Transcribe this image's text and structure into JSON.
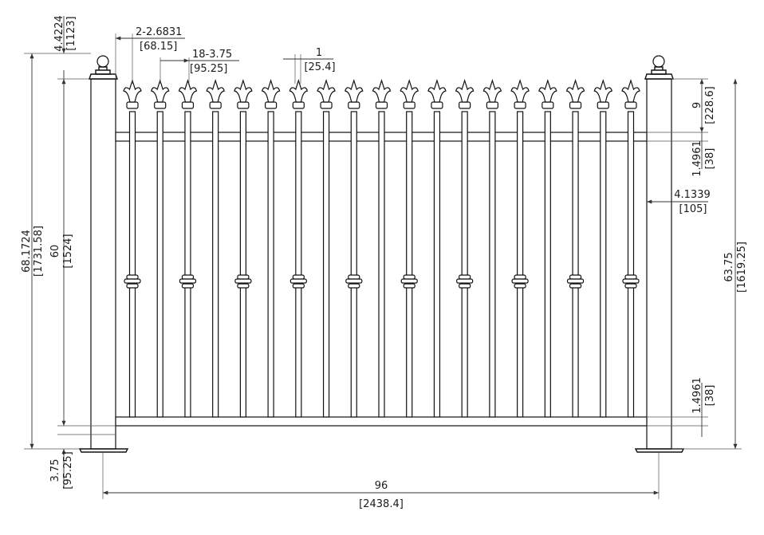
{
  "colors": {
    "line": "#111111",
    "dimension": "#333333",
    "background": "#ffffff"
  },
  "dimensions": {
    "post_cap_height": {
      "imperial": "4.4224",
      "metric": "[1123]"
    },
    "end_picket_gap": {
      "imperial": "2-2.6831",
      "metric": "[68.15]"
    },
    "picket_spacing": {
      "imperial": "18-3.75",
      "metric": "[95.25]"
    },
    "picket_width": {
      "imperial": "1",
      "metric": "[25.4]"
    },
    "spear_height": {
      "imperial": "9",
      "metric": "[228.6]"
    },
    "top_rail_height": {
      "imperial": "1.4961",
      "metric": "[38]"
    },
    "post_width": {
      "imperial": "4.1339",
      "metric": "[105]"
    },
    "panel_height": {
      "imperial": "63.75",
      "metric": "[1619.25]"
    },
    "bottom_rail_height": {
      "imperial": "1.4961",
      "metric": "[38]"
    },
    "overall_height": {
      "imperial": "68.1724",
      "metric": "[1731.58]"
    },
    "post_height": {
      "imperial": "60",
      "metric": "[1524]"
    },
    "ground_clearance": {
      "imperial": "3.75",
      "metric": "[95.25]"
    },
    "overall_width": {
      "imperial": "96",
      "metric": "[2438.4]"
    }
  }
}
